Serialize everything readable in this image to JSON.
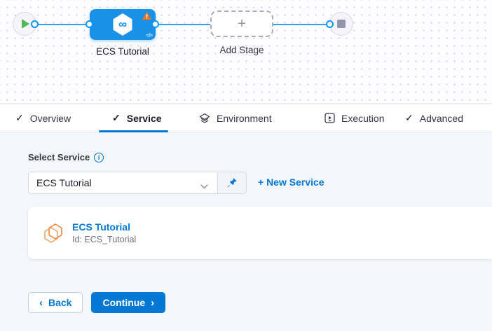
{
  "icons": {
    "check": "✓",
    "plus": "+",
    "infinity": "∞",
    "code": "</>",
    "chevron_left": "‹",
    "chevron_right": "›",
    "info": "i",
    "warning": "!"
  },
  "pipeline": {
    "stage_label": "ECS Tutorial",
    "add_stage_label": "Add Stage"
  },
  "tabs": [
    {
      "label": "Overview"
    },
    {
      "label": "Service"
    },
    {
      "label": "Environment"
    },
    {
      "label": "Execution"
    },
    {
      "label": "Advanced"
    }
  ],
  "service_form": {
    "label": "Select Service",
    "select_value": "ECS Tutorial",
    "new_service": "+ New Service",
    "card_title": "ECS Tutorial",
    "card_id": "Id: ECS_Tutorial"
  },
  "footer": {
    "back": "Back",
    "continue": "Continue"
  },
  "colors": {
    "primary": "#0278d5",
    "node_blue": "#1a91e8",
    "edge_blue": "#2aa2f2",
    "warning_orange": "#ee7424",
    "success_green": "#54b75c",
    "content_bg": "#f3f6fa"
  }
}
